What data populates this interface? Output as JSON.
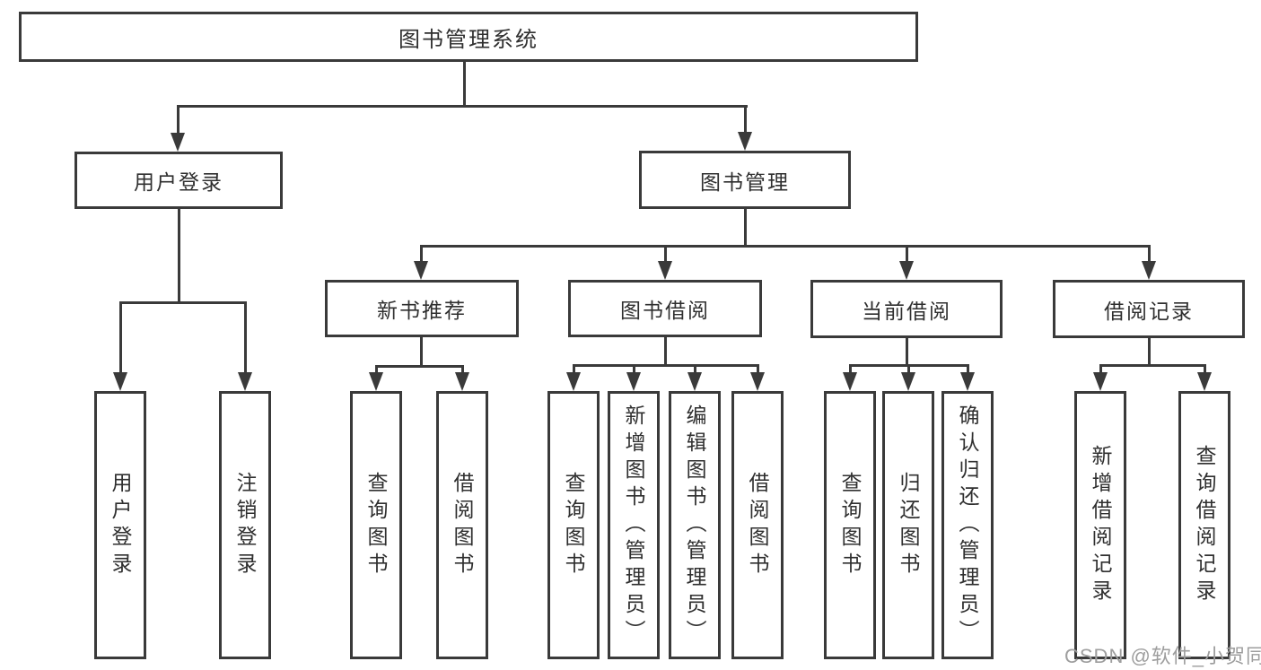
{
  "nodes": {
    "root": "图书管理系统",
    "level2": [
      "用户登录",
      "图书管理"
    ],
    "level3": [
      "新书推荐",
      "图书借阅",
      "当前借阅",
      "借阅记录"
    ],
    "leaves": [
      "用户登录",
      "注销登录",
      "查询图书",
      "借阅图书",
      "查询图书",
      "新增图书（管理员）",
      "编辑图书（管理员）",
      "借阅图书",
      "查询图书",
      "归还图书",
      "确认归还（管理员）",
      "新增借阅记录",
      "查询借阅记录"
    ]
  },
  "watermark": "CSDN @软件_小贺同学",
  "colors": {
    "line": "#3a3a3a",
    "text": "#2f2f2f",
    "watermark": "#9e9e9e",
    "background": "#ffffff"
  }
}
